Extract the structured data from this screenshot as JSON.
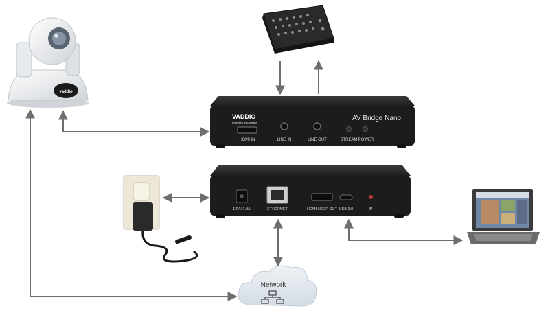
{
  "front_panel": {
    "brand": "VADDIO",
    "brand_sub": "Powered by Legrand",
    "model": "AV Bridge Nano",
    "ports": [
      "HDMI IN",
      "LINE IN",
      "LINE OUT",
      "STREAM",
      "POWER"
    ]
  },
  "rear_panel": {
    "ports": [
      "12V / 1.0A",
      "ETHERNET",
      "HDMI LOOP OUT",
      "USB 3.0",
      "IP"
    ]
  },
  "network": {
    "label": "Network",
    "icon": "network-topology-icon"
  },
  "devices": {
    "camera": {
      "badge": "vaddio",
      "icon": "ptz-camera-icon"
    },
    "mixer": {
      "icon": "audio-mixer-icon"
    },
    "power_adapter": {
      "icon": "wall-power-adapter-icon"
    },
    "laptop": {
      "icon": "laptop-icon"
    }
  },
  "colors": {
    "connector": "#6e6e6e",
    "device_body": "#1c1c1c",
    "cloud": "#dfe6ee"
  }
}
